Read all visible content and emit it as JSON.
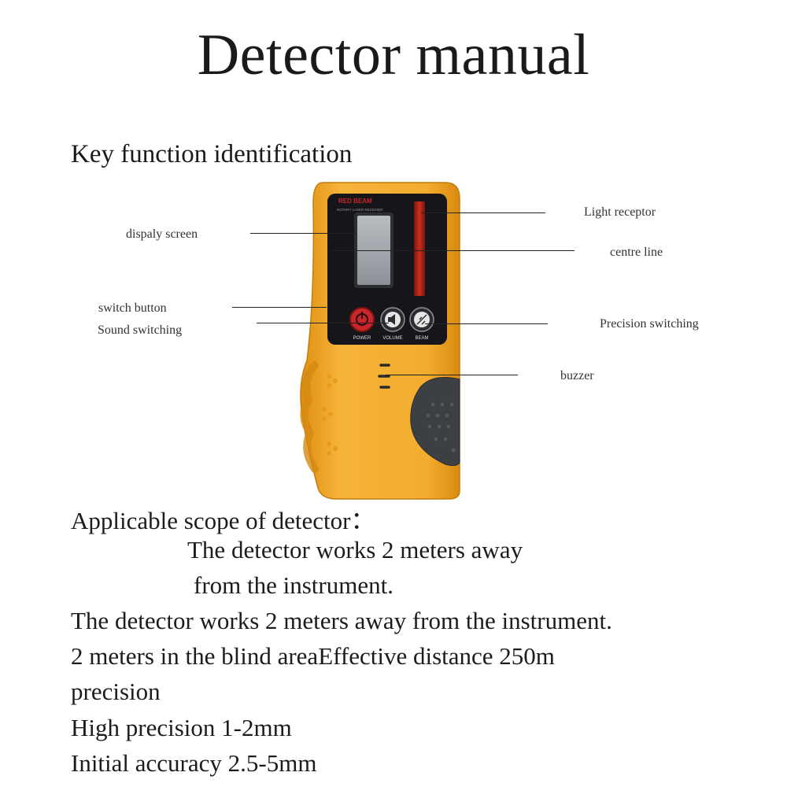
{
  "title": "Detector manual",
  "section_key_functions": "Key function identification",
  "labels": {
    "display_screen": "dispaly screen",
    "switch_button": "switch button",
    "sound_switching": "Sound switching",
    "light_receptor": "Light receptor",
    "centre_line": "centre line",
    "precision_switching": "Precision switching",
    "buzzer": "buzzer"
  },
  "device": {
    "brand": "RED BEAM",
    "model": "ROTARY LASER RECEIVER",
    "buttons": {
      "power": "POWER",
      "volume": "VOLUME",
      "beam": "BEAM"
    },
    "colors": {
      "body": "#f2a92a",
      "panel": "#16161a",
      "grip": "#3c3f44",
      "power_button": "#c8262b",
      "receptor": "#b4281f"
    }
  },
  "scope": {
    "heading": "Applicable scope of detector：",
    "indent_line1": "The detector works 2 meters away",
    "indent_line2": "from the instrument.",
    "lines": [
      "The detector works 2 meters away from the instrument.",
      "2 meters in the blind areaEffective distance 250m",
      "precision",
      "High precision 1-2mm",
      "Initial accuracy 2.5-5mm"
    ]
  }
}
